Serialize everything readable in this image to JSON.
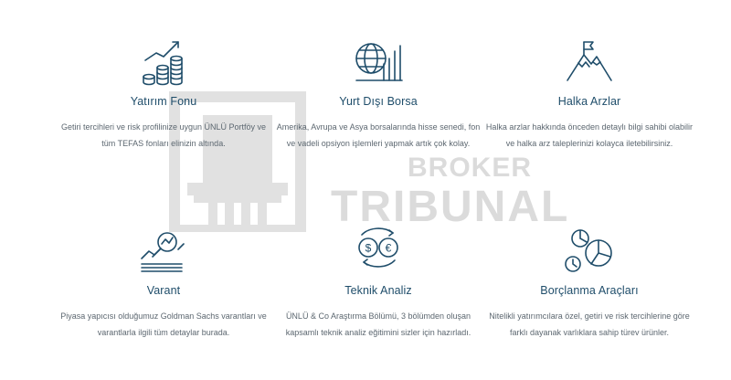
{
  "watermark": {
    "line1": "BROKER",
    "line2": "TRIBUNAL"
  },
  "services": [
    {
      "title": "Yatırım Fonu",
      "description": "Getiri tercihleri ve risk profilinize uygun ÜNLÜ Portföy ve tüm TEFAS fonları elinizin altında.",
      "icon": "coins-growth-icon"
    },
    {
      "title": "Yurt Dışı Borsa",
      "description": "Amerika, Avrupa ve Asya borsalarında hisse senedi, fon ve vadeli opsiyon işlemleri yapmak artık çok kolay.",
      "icon": "globe-chart-icon"
    },
    {
      "title": "Halka Arzlar",
      "description": "Halka arzlar hakkında önceden detaylı bilgi sahibi olabilir ve halka arz taleplerinizi kolayca iletebilirsiniz.",
      "icon": "mountain-flag-icon"
    },
    {
      "title": "Varant",
      "description": "Piyasa yapıcısı olduğumuz Goldman Sachs varantları ve varantlarla ilgili tüm detaylar burada.",
      "icon": "magnifier-chart-icon"
    },
    {
      "title": "Teknik Analiz",
      "description": "ÜNLÜ & Co Araştırma Bölümü, 3 bölümden oluşan kapsamlı teknik analiz eğitimini sizler için hazırladı.",
      "icon": "currency-exchange-icon"
    },
    {
      "title": "Borçlanma Araçları",
      "description": "Nitelikli yatırımcılara özel, getiri ve risk tercihlerine göre farklı dayanak varlıklara sahip türev ürünler.",
      "icon": "clock-pie-chart-icon"
    }
  ],
  "colors": {
    "accent": "#1f4d6a",
    "text": "#5c6770",
    "watermark": "#d6d6d6"
  }
}
